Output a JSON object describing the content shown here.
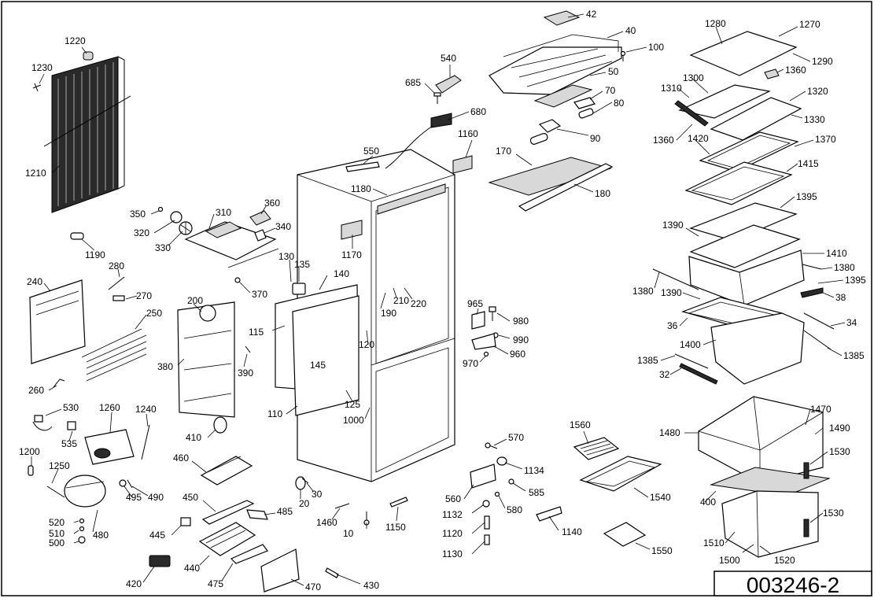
{
  "drawing_number": "003246-2",
  "callouts": {
    "c42": "42",
    "c40": "40",
    "c100": "100",
    "c50": "50",
    "c70": "70",
    "c80": "80",
    "c90": "90",
    "c540": "540",
    "c685": "685",
    "c680": "680",
    "c1160": "1160",
    "c170": "170",
    "c180": "180",
    "c550": "550",
    "c1180": "1180",
    "c1170": "1170",
    "c1220": "1220",
    "c1230": "1230",
    "c1210": "1210",
    "c1190": "1190",
    "c350": "350",
    "c320": "320",
    "c330": "330",
    "c310": "310",
    "c360": "360",
    "c340": "340",
    "c370": "370",
    "c130": "130",
    "c135": "135",
    "c140": "140",
    "c115": "115",
    "c145": "145",
    "c120": "120",
    "c110": "110",
    "c125": "125",
    "c1000": "1000",
    "c190": "190",
    "c210": "210",
    "c220": "220",
    "c240": "240",
    "c280": "280",
    "c270": "270",
    "c250": "250",
    "c200": "200",
    "c380": "380",
    "c390": "390",
    "c260": "260",
    "c530": "530",
    "c535": "535",
    "c1260": "1260",
    "c1240": "1240",
    "c410": "410",
    "c1200": "1200",
    "c1250": "1250",
    "c460": "460",
    "c495": "495",
    "c490": "490",
    "c450": "450",
    "c485": "485",
    "c520": "520",
    "c510": "510",
    "c500": "500",
    "c480": "480",
    "c445": "445",
    "c440": "440",
    "c475": "475",
    "c420": "420",
    "c470": "470",
    "c430": "430",
    "c20": "20",
    "c30": "30",
    "c10": "10",
    "c1460": "1460",
    "c1150": "1150",
    "c965": "965",
    "c980": "980",
    "c990": "990",
    "c970": "970",
    "c960": "960",
    "c570": "570",
    "c1134": "1134",
    "c560": "560",
    "c585": "585",
    "c1132": "1132",
    "c580": "580",
    "c1120": "1120",
    "c1130": "1130",
    "c1140": "1140",
    "c1560": "1560",
    "c1540": "1540",
    "c1550": "1550",
    "c1280": "1280",
    "c1270": "1270",
    "c1290": "1290",
    "c1360a": "1360",
    "c1310": "1310",
    "c1300": "1300",
    "c1320": "1320",
    "c1330": "1330",
    "c1360b": "1360",
    "c1420": "1420",
    "c1370": "1370",
    "c1415": "1415",
    "c1395a": "1395",
    "c1390a": "1390",
    "c1410": "1410",
    "c1380a": "1380",
    "c1395b": "1395",
    "c1380b": "1380",
    "c1390b": "1390",
    "c38": "38",
    "c34": "34",
    "c36": "36",
    "c1400": "1400",
    "c1385a": "1385",
    "c1385b": "1385",
    "c32": "32",
    "c1470": "1470",
    "c1480": "1480",
    "c1490": "1490",
    "c1530a": "1530",
    "c400": "400",
    "c1530b": "1530",
    "c1510": "1510",
    "c1500": "1500",
    "c1520": "1520"
  }
}
